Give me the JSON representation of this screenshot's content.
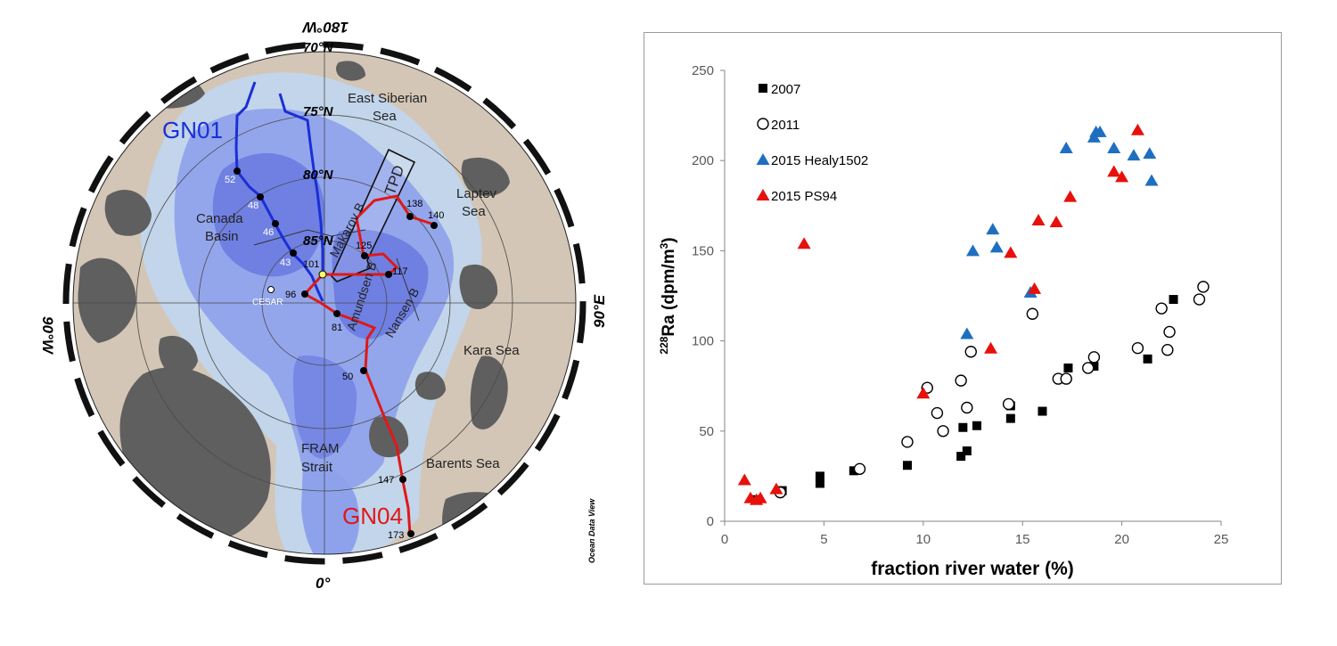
{
  "map": {
    "lat_labels": [
      "70°N",
      "75°N",
      "80°N",
      "85°N"
    ],
    "lon_labels": {
      "top": "180°W",
      "left": "90°W",
      "right": "90°E",
      "bottom": "0°"
    },
    "regions": {
      "east_siberian_1": "East Siberian",
      "east_siberian_2": "Sea",
      "laptev_1": "Laptev",
      "laptev_2": "Sea",
      "canada_1": "Canada",
      "canada_2": "Basin",
      "kara": "Kara Sea",
      "barents": "Barents Sea",
      "fram_1": "FRAM",
      "fram_2": "Strait",
      "makarov": "Makarov B",
      "amundsen": "Amundsen B",
      "nansen": "Nansen B",
      "tpd": "TPD",
      "cesar": "CESAR"
    },
    "cruises": {
      "gn01": "GN01",
      "gn04": "GN04"
    },
    "stations": [
      "52",
      "48",
      "46",
      "43",
      "101",
      "96",
      "81",
      "50",
      "125",
      "117",
      "138",
      "140",
      "147",
      "173"
    ],
    "watermark": "Ocean Data View",
    "colors": {
      "land": "#d1c3b3",
      "shelf": "#c5d6e8",
      "basin": "#8fa4ea",
      "deep": "#6d7de0",
      "gn01": "#1a2fd6",
      "gn04": "#e01818"
    }
  },
  "chart_data": {
    "type": "scatter",
    "xlabel": "fraction river water (%)",
    "ylabel_sup": "228",
    "ylabel_main": "Ra (dpm/m",
    "ylabel_sup2": "3",
    "ylabel_end": ")",
    "xlim": [
      0,
      25
    ],
    "ylim": [
      0,
      250
    ],
    "xticks": [
      "0",
      "5",
      "10",
      "15",
      "20",
      "25"
    ],
    "yticks": [
      "0",
      "50",
      "100",
      "150",
      "200",
      "250"
    ],
    "grid": false,
    "legend_position": "top-left",
    "series": [
      {
        "name": "2007",
        "marker": "square",
        "color": "#000000",
        "points": [
          [
            1.6,
            12
          ],
          [
            2.9,
            17
          ],
          [
            4.8,
            21
          ],
          [
            4.8,
            25
          ],
          [
            6.5,
            28
          ],
          [
            9.2,
            31
          ],
          [
            11.9,
            36
          ],
          [
            12.2,
            39
          ],
          [
            12.0,
            52
          ],
          [
            12.7,
            53
          ],
          [
            14.4,
            57
          ],
          [
            14.4,
            64
          ],
          [
            16.0,
            61
          ],
          [
            17.3,
            85
          ],
          [
            18.6,
            86
          ],
          [
            21.3,
            90
          ],
          [
            22.6,
            123
          ]
        ]
      },
      {
        "name": "2011",
        "marker": "circle",
        "color": "#000000",
        "points": [
          [
            2.8,
            16
          ],
          [
            6.8,
            29
          ],
          [
            9.2,
            44
          ],
          [
            10.2,
            74
          ],
          [
            10.7,
            60
          ],
          [
            11.0,
            50
          ],
          [
            11.9,
            78
          ],
          [
            12.2,
            63
          ],
          [
            12.4,
            94
          ],
          [
            14.3,
            65
          ],
          [
            15.5,
            115
          ],
          [
            16.8,
            79
          ],
          [
            17.2,
            79
          ],
          [
            18.3,
            85
          ],
          [
            18.6,
            91
          ],
          [
            20.8,
            96
          ],
          [
            22.0,
            118
          ],
          [
            22.3,
            95
          ],
          [
            22.4,
            105
          ],
          [
            23.9,
            123
          ],
          [
            24.1,
            130
          ]
        ]
      },
      {
        "name": "2015 Healy1502",
        "marker": "triangle",
        "color": "#1f6fc0",
        "points": [
          [
            12.2,
            104
          ],
          [
            12.5,
            150
          ],
          [
            13.5,
            162
          ],
          [
            13.7,
            152
          ],
          [
            15.4,
            127
          ],
          [
            17.2,
            207
          ],
          [
            18.6,
            213
          ],
          [
            18.7,
            216
          ],
          [
            18.9,
            216
          ],
          [
            19.6,
            207
          ],
          [
            20.6,
            203
          ],
          [
            21.4,
            204
          ],
          [
            21.5,
            189
          ]
        ]
      },
      {
        "name": "2015 PS94",
        "marker": "triangle",
        "color": "#e8100b",
        "points": [
          [
            1.0,
            23
          ],
          [
            1.3,
            13
          ],
          [
            1.6,
            12
          ],
          [
            1.8,
            13
          ],
          [
            2.6,
            18
          ],
          [
            4.0,
            154
          ],
          [
            10.0,
            71
          ],
          [
            13.4,
            96
          ],
          [
            14.4,
            149
          ],
          [
            15.6,
            129
          ],
          [
            15.8,
            167
          ],
          [
            16.7,
            166
          ],
          [
            17.4,
            180
          ],
          [
            19.6,
            194
          ],
          [
            20.0,
            191
          ],
          [
            20.8,
            217
          ]
        ]
      }
    ]
  }
}
